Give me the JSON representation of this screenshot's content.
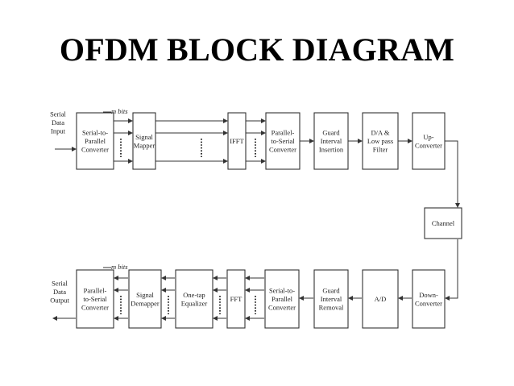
{
  "title": "OFDM BLOCK DIAGRAM",
  "transmitter": {
    "input_label": [
      "Serial",
      "Data",
      "Input"
    ],
    "bits_label": "m bits",
    "blocks": [
      {
        "id": "s2p",
        "lines": [
          "Serial-to-",
          "Parallel",
          "Converter"
        ]
      },
      {
        "id": "map",
        "lines": [
          "Signal",
          "Mapper"
        ]
      },
      {
        "id": "ifft",
        "lines": [
          "IFFT"
        ]
      },
      {
        "id": "p2s",
        "lines": [
          "Parallel-",
          "to-Serial",
          "Converter"
        ]
      },
      {
        "id": "gi",
        "lines": [
          "Guard",
          "Interval",
          "Insertion"
        ]
      },
      {
        "id": "da",
        "lines": [
          "D/A &",
          "Low pass",
          "Filter"
        ]
      },
      {
        "id": "up",
        "lines": [
          "Up-",
          "Converter"
        ]
      }
    ]
  },
  "channel": {
    "lines": [
      "Channel"
    ]
  },
  "receiver": {
    "output_label": [
      "Serial",
      "Data",
      "Output"
    ],
    "bits_label": "m bits",
    "blocks": [
      {
        "id": "rp2s",
        "lines": [
          "Parallel-",
          "to-Serial",
          "Converter"
        ]
      },
      {
        "id": "demap",
        "lines": [
          "Signal",
          "Demapper"
        ]
      },
      {
        "id": "eq",
        "lines": [
          "One-tap",
          "Equalizer"
        ]
      },
      {
        "id": "fft",
        "lines": [
          "FFT"
        ]
      },
      {
        "id": "rs2p",
        "lines": [
          "Serial-to-",
          "Parallel",
          "Converter"
        ]
      },
      {
        "id": "gr",
        "lines": [
          "Guard",
          "Interval",
          "Removal"
        ]
      },
      {
        "id": "ad",
        "lines": [
          "A/D"
        ]
      },
      {
        "id": "down",
        "lines": [
          "Down-",
          "Converter"
        ]
      }
    ]
  }
}
